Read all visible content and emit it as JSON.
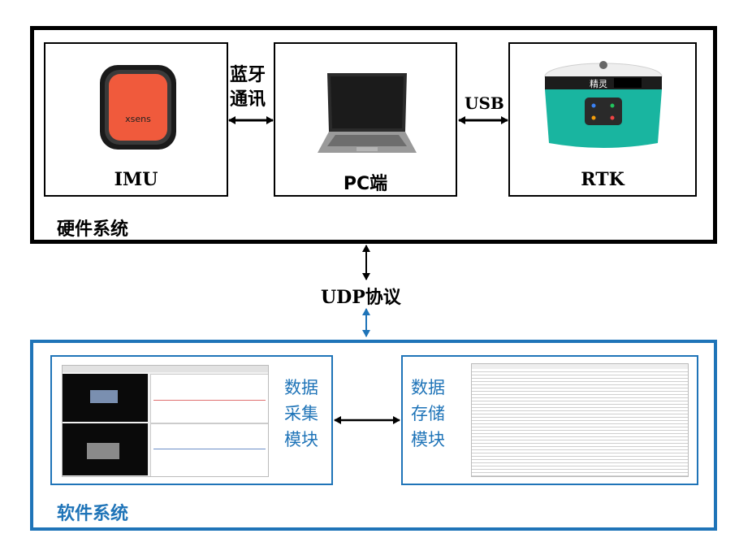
{
  "hardware": {
    "title": "硬件系统",
    "imu": {
      "label": "IMU",
      "device_brand": "xsens"
    },
    "pc": {
      "label": "PC端"
    },
    "rtk": {
      "label": "RTK",
      "device_brand": "精灵"
    },
    "link_bluetooth": {
      "line1": "蓝牙",
      "line2": "通讯"
    },
    "link_usb": "USB"
  },
  "protocol": "UDP协议",
  "software": {
    "title": "软件系统",
    "acquisition": {
      "line1": "数据",
      "line2": "采集",
      "line3": "模块"
    },
    "storage": {
      "line1": "数据",
      "line2": "存储",
      "line3": "模块"
    }
  },
  "colors": {
    "black": "#000000",
    "blue": "#1f74b8",
    "imu_orange": "#f05a3c",
    "rtk_teal": "#19b5a0"
  }
}
